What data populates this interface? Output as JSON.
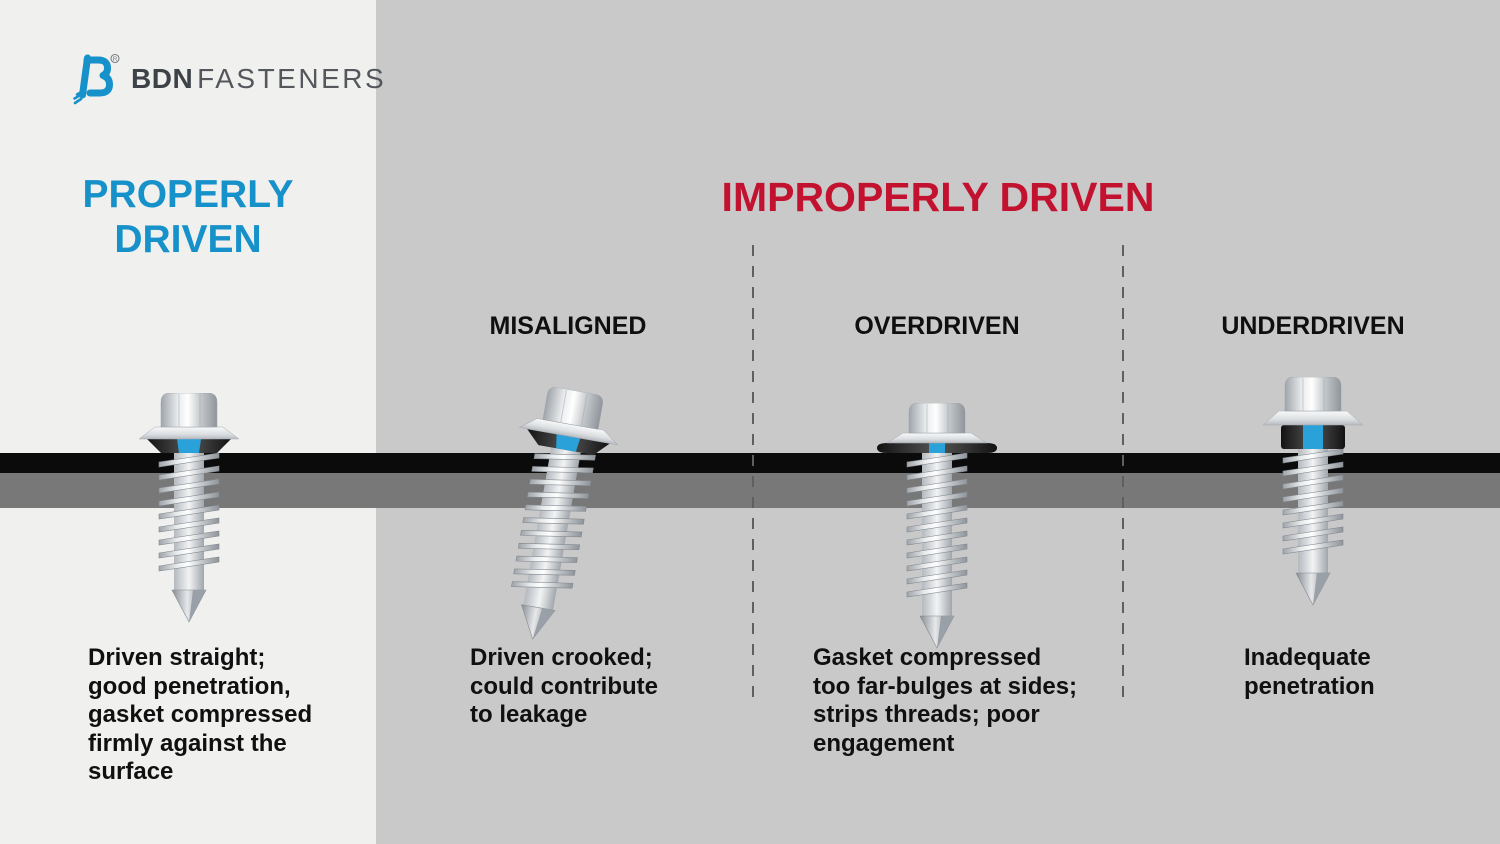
{
  "brand": {
    "name_bold": "BDN",
    "name_light": "FASTENERS",
    "registered": "®"
  },
  "left_panel": {
    "title": "PROPERLY\nDRIVEN",
    "description": "Driven straight;\ngood penetration,\ngasket compressed\nfirmly against the\nsurface"
  },
  "right_panel": {
    "title": "IMPROPERLY DRIVEN",
    "columns": [
      {
        "label": "MISALIGNED",
        "description": "Driven crooked;\ncould contribute\nto leakage"
      },
      {
        "label": "OVERDRIVEN",
        "description": "Gasket compressed\ntoo far-bulges at sides;\nstrips threads; poor\nengagement"
      },
      {
        "label": "UNDERDRIVEN",
        "description": "Inadequate\npenetration"
      }
    ]
  },
  "colors": {
    "accent_blue": "#1791c9",
    "accent_red": "#c3122f",
    "panel_left_bg": "#f0f0ef",
    "panel_right_bg": "#c9c9c9",
    "sheet_black": "#0b0b0b",
    "sheet_gray": "#787878",
    "gasket_blue": "#2aa1d8"
  }
}
